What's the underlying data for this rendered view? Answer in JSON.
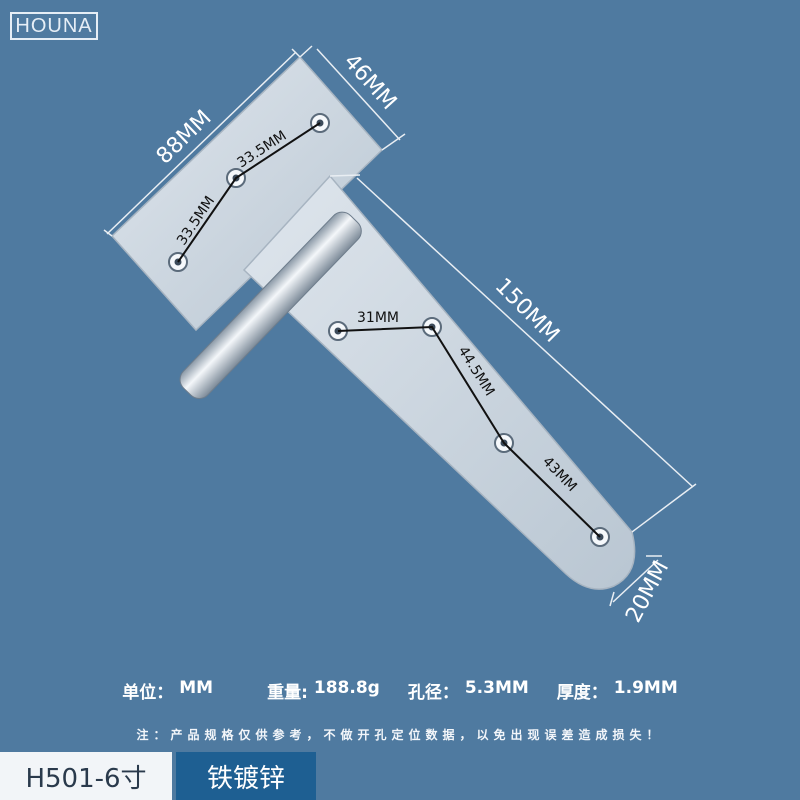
{
  "brand": {
    "logo_text": "HOUNA"
  },
  "dimensions": {
    "width_88": "88MM",
    "height_46": "46MM",
    "length_150": "150MM",
    "tip_20": "20MM",
    "hole_a": "33.5MM",
    "hole_b": "33.5MM",
    "hole_c": "31MM",
    "hole_d": "44.5MM",
    "hole_e": "43MM"
  },
  "specs": {
    "unit_label": "单位：",
    "unit_value": "MM",
    "weight_label": "重量:",
    "weight_value": "188.8g",
    "hole_label": "孔径：",
    "hole_value": "5.3MM",
    "thickness_label": "厚度：",
    "thickness_value": "1.9MM"
  },
  "note": "注：产品规格仅供参考，不做开孔定位数据，以免出现误差造成损失！",
  "footer": {
    "model": "H501-6寸",
    "material": "铁镀锌"
  },
  "colors": {
    "background": "#4f7aa0",
    "plate": "#c8d3dd",
    "material_badge": "#1e5f92"
  }
}
